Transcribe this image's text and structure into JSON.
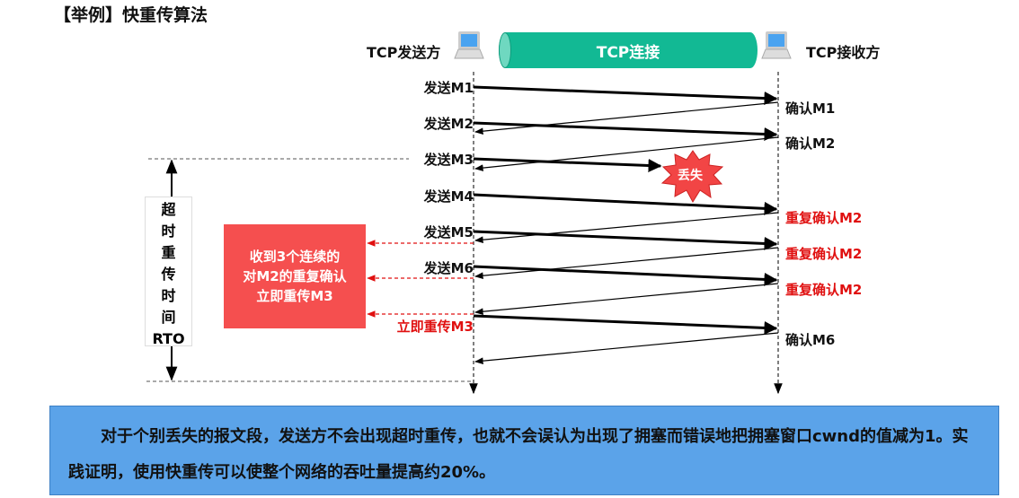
{
  "title": "【举例】快重传算法",
  "sender": "TCP发送方",
  "receiver": "TCP接收方",
  "connection": "TCP连接",
  "sends": [
    "发送M1",
    "发送M2",
    "发送M3",
    "发送M4",
    "发送M5",
    "发送M6"
  ],
  "acks": [
    "确认M1",
    "确认M2",
    "确认M6"
  ],
  "dup_acks": [
    "重复确认M2",
    "重复确认M2",
    "重复确认M2"
  ],
  "lost": "丢失",
  "retransmit": "立即重传M3",
  "rto": [
    "超",
    "时",
    "重",
    "传",
    "时",
    "间",
    "RTO"
  ],
  "box_text": [
    "收到3个连续的",
    "对M2的重复确认",
    "立即重传M3"
  ],
  "note": "对于个别丢失的报文段，发送方不会出现超时重传，也就不会误认为出现了拥塞而错误地把拥塞窗口cwnd的值减为1。实践证明，使用快重传可以使整个网络的吞吐量提高约20%。",
  "colors": {
    "accent": "#12b994",
    "red": "#f54f4f",
    "note_bg": "#5ba3e9"
  }
}
